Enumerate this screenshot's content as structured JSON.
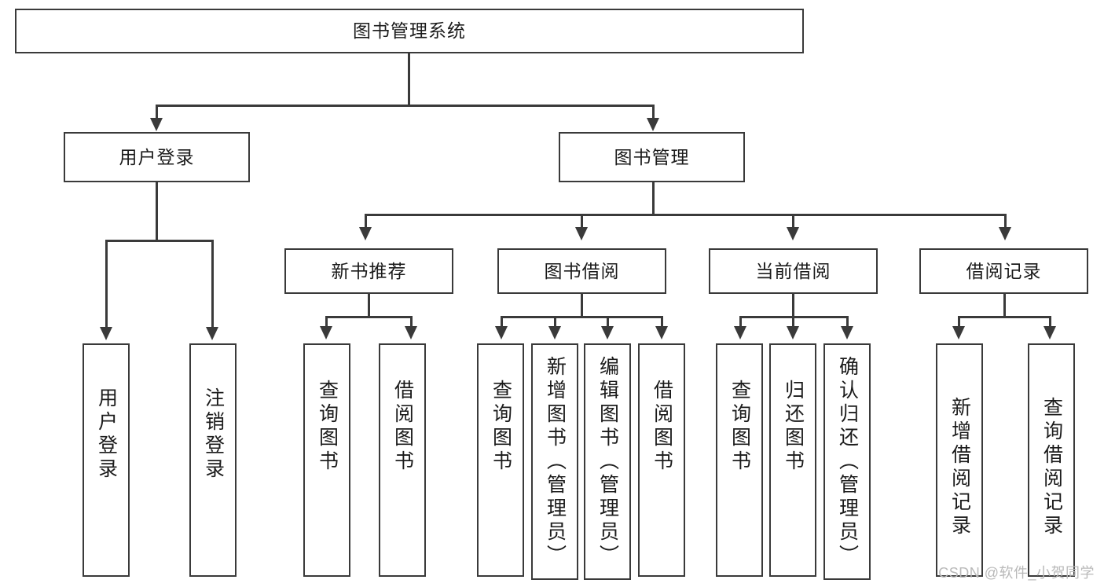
{
  "diagram": {
    "title": "图书管理系统",
    "type": "hierarchy-tree",
    "watermark": "CSDN @软件_小贺同学",
    "colors": {
      "stroke": "#3a3a3a",
      "fill": "#ffffff",
      "text": "#1b1b1b",
      "watermark": "#b9b9b9"
    },
    "levels": {
      "root": {
        "label": "图书管理系统"
      },
      "level2": [
        {
          "label": "用户登录"
        },
        {
          "label": "图书管理"
        }
      ],
      "level3": [
        {
          "label": "新书推荐"
        },
        {
          "label": "图书借阅"
        },
        {
          "label": "当前借阅"
        },
        {
          "label": "借阅记录"
        }
      ],
      "leaves": {
        "user_login": [
          {
            "label": "用户登录"
          },
          {
            "label": "注销登录"
          }
        ],
        "new_book_recommend": [
          {
            "label": "查询图书"
          },
          {
            "label": "借阅图书"
          }
        ],
        "book_borrow": [
          {
            "label": "查询图书"
          },
          {
            "label": "新增图书（管理员）"
          },
          {
            "label": "编辑图书（管理员）"
          },
          {
            "label": "借阅图书"
          }
        ],
        "current_borrow": [
          {
            "label": "查询图书"
          },
          {
            "label": "归还图书"
          },
          {
            "label": "确认归还（管理员）"
          }
        ],
        "borrow_record": [
          {
            "label": "新增借阅记录"
          },
          {
            "label": "查询借阅记录"
          }
        ]
      }
    }
  }
}
